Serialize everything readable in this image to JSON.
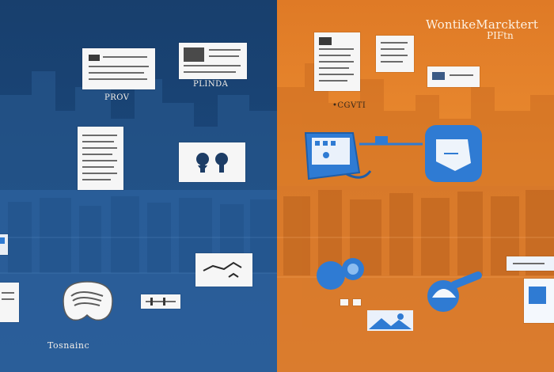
{
  "header": {
    "title": "WontikeMarcktert",
    "subtitle": "PIFtn"
  },
  "labels": {
    "left_top_1": "PROV",
    "left_top_2": "PLINDA",
    "right_mid": "•CGVTI",
    "left_bottom": "Tosnainc"
  },
  "colors": {
    "left_bg": "#1a4679",
    "right_bg": "#e9892f",
    "card": "#f6f6f6",
    "accent_blue": "#2f7bd3"
  },
  "icons": {
    "pair_people": "people-icon",
    "router": "router-icon",
    "gamepad": "gamepad-icon",
    "display_board": "board-icon",
    "speaker": "speaker-icon",
    "doc_cards": "document-icon"
  }
}
